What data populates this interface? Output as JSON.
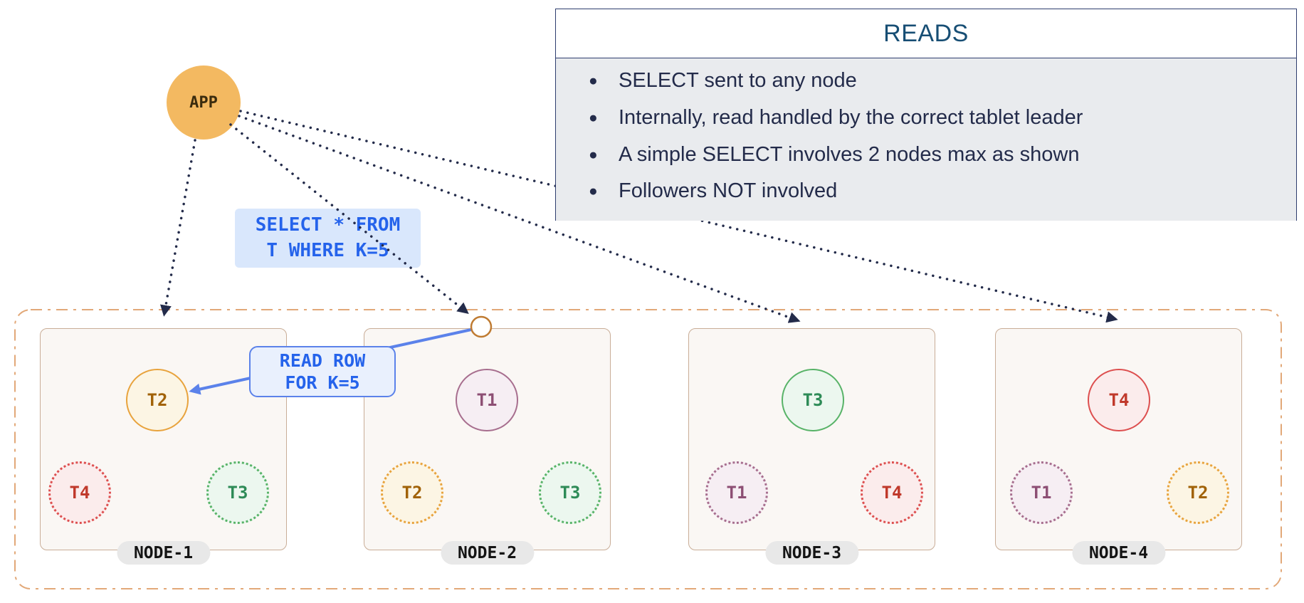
{
  "app": {
    "label": "APP"
  },
  "reads_panel": {
    "title": "READS",
    "bullets": [
      "SELECT sent to any node",
      "Internally, read handled by the correct tablet leader",
      "A simple SELECT involves 2 nodes max as shown",
      "Followers NOT involved"
    ]
  },
  "callouts": {
    "select_query": {
      "line1": "SELECT * FROM",
      "line2": "T WHERE K=5"
    },
    "read_row": {
      "line1": "READ ROW",
      "line2": "FOR K=5"
    }
  },
  "nodes": [
    {
      "name": "NODE-1",
      "leader": {
        "label": "T2"
      },
      "followers": [
        {
          "label": "T4"
        },
        {
          "label": "T3"
        }
      ]
    },
    {
      "name": "NODE-2",
      "leader": {
        "label": "T1"
      },
      "followers": [
        {
          "label": "T2"
        },
        {
          "label": "T3"
        }
      ]
    },
    {
      "name": "NODE-3",
      "leader": {
        "label": "T3"
      },
      "followers": [
        {
          "label": "T1"
        },
        {
          "label": "T4"
        }
      ]
    },
    {
      "name": "NODE-4",
      "leader": {
        "label": "T4"
      },
      "followers": [
        {
          "label": "T1"
        },
        {
          "label": "T2"
        }
      ]
    }
  ],
  "colors": {
    "navy_arrow": "#232b4a",
    "app_amber": "#f3b961",
    "blue_arrow": "#5b82ea",
    "callout_blue_text": "#2563eb",
    "tablet_orange": "#e8a33d",
    "tablet_red": "#dd4f4f",
    "tablet_green": "#58b368",
    "tablet_purple": "#a76e8e",
    "cluster_border": "#e2a878"
  }
}
